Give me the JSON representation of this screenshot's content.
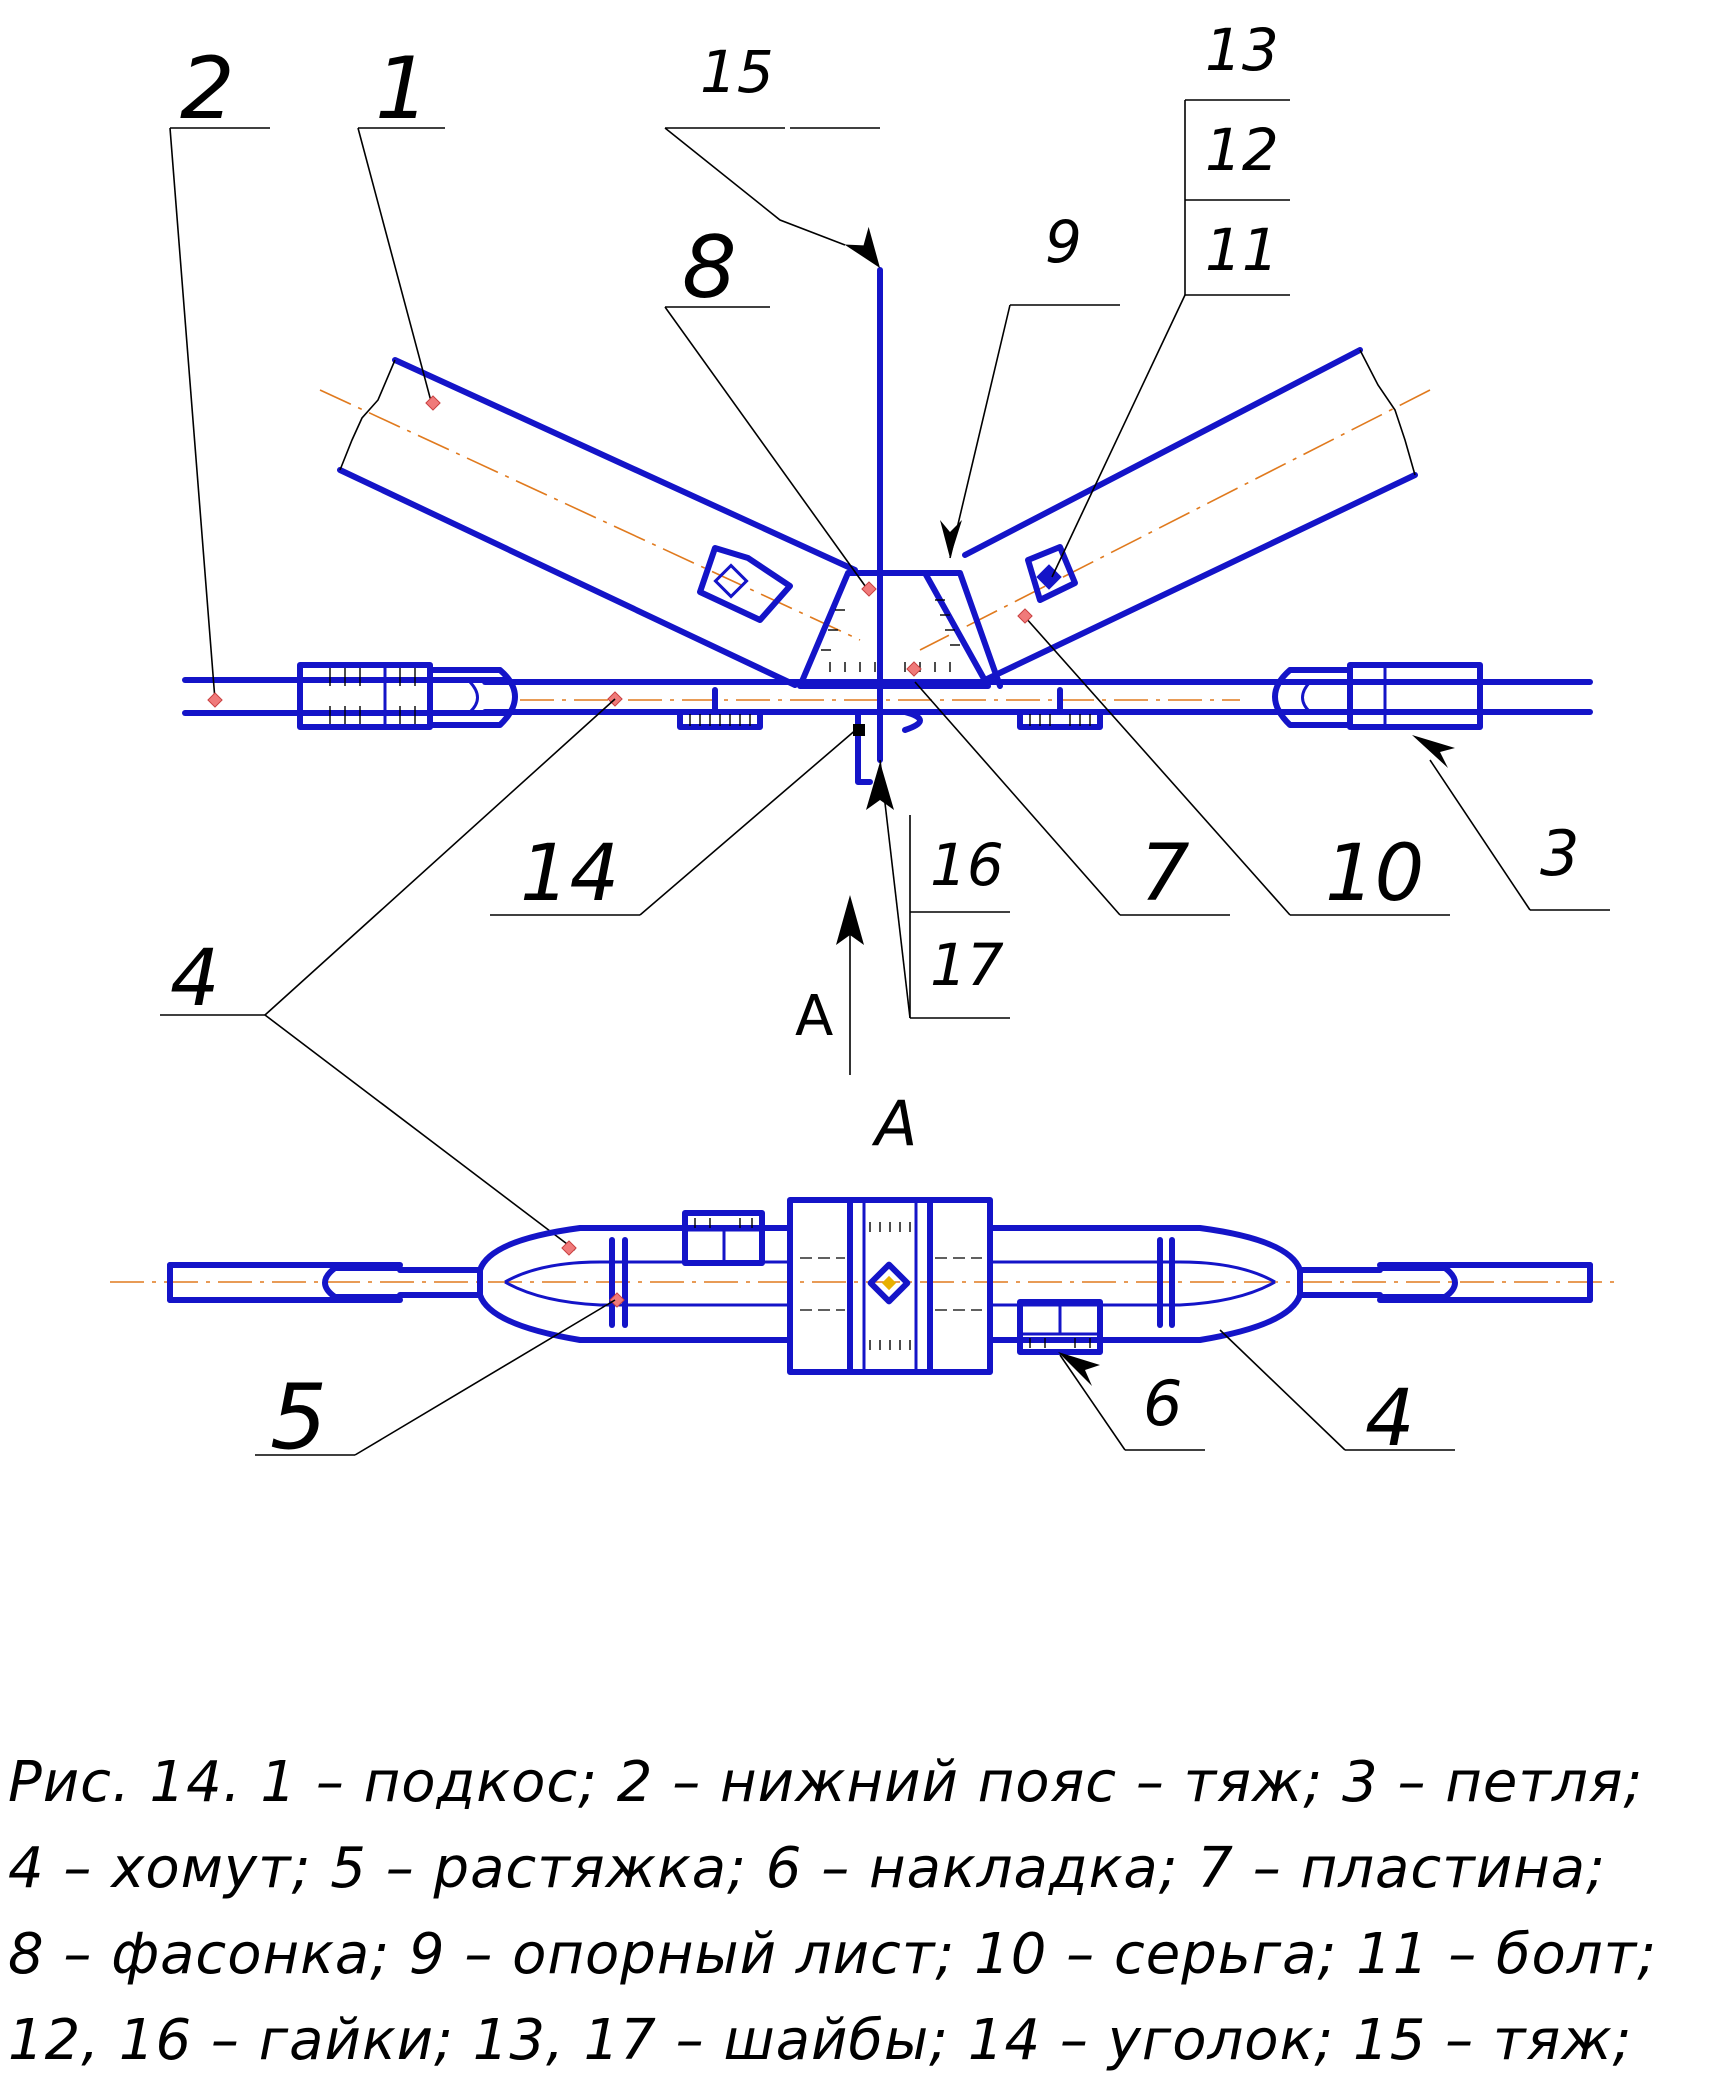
{
  "labels": {
    "l1": "1",
    "l2": "2",
    "l3": "3",
    "l4a": "4",
    "l4b": "4",
    "l5": "5",
    "l6": "6",
    "l7": "7",
    "l8": "8",
    "l9": "9",
    "l10": "10",
    "l11": "11",
    "l12": "12",
    "l13": "13",
    "l14": "14",
    "l15": "15",
    "l16": "16",
    "l17": "17",
    "arrowA": "A",
    "sectionA": "A"
  },
  "caption": [
    "Рис. 14.    1 – подкос; 2 – нижний пояс – тяж; 3 – петля;",
    "4 – хомут; 5 – растяжка; 6 – накладка; 7 – пластина;",
    "8 – фасонка; 9 – опорный лист; 10 – серьга; 11 – болт;",
    "12, 16 – гайки; 13, 17 – шайбы; 14 – уголок; 15 – тяж;"
  ],
  "colors": {
    "part": "#1414c8",
    "axis": "#e07a1e",
    "marker": "#f07a7a"
  }
}
